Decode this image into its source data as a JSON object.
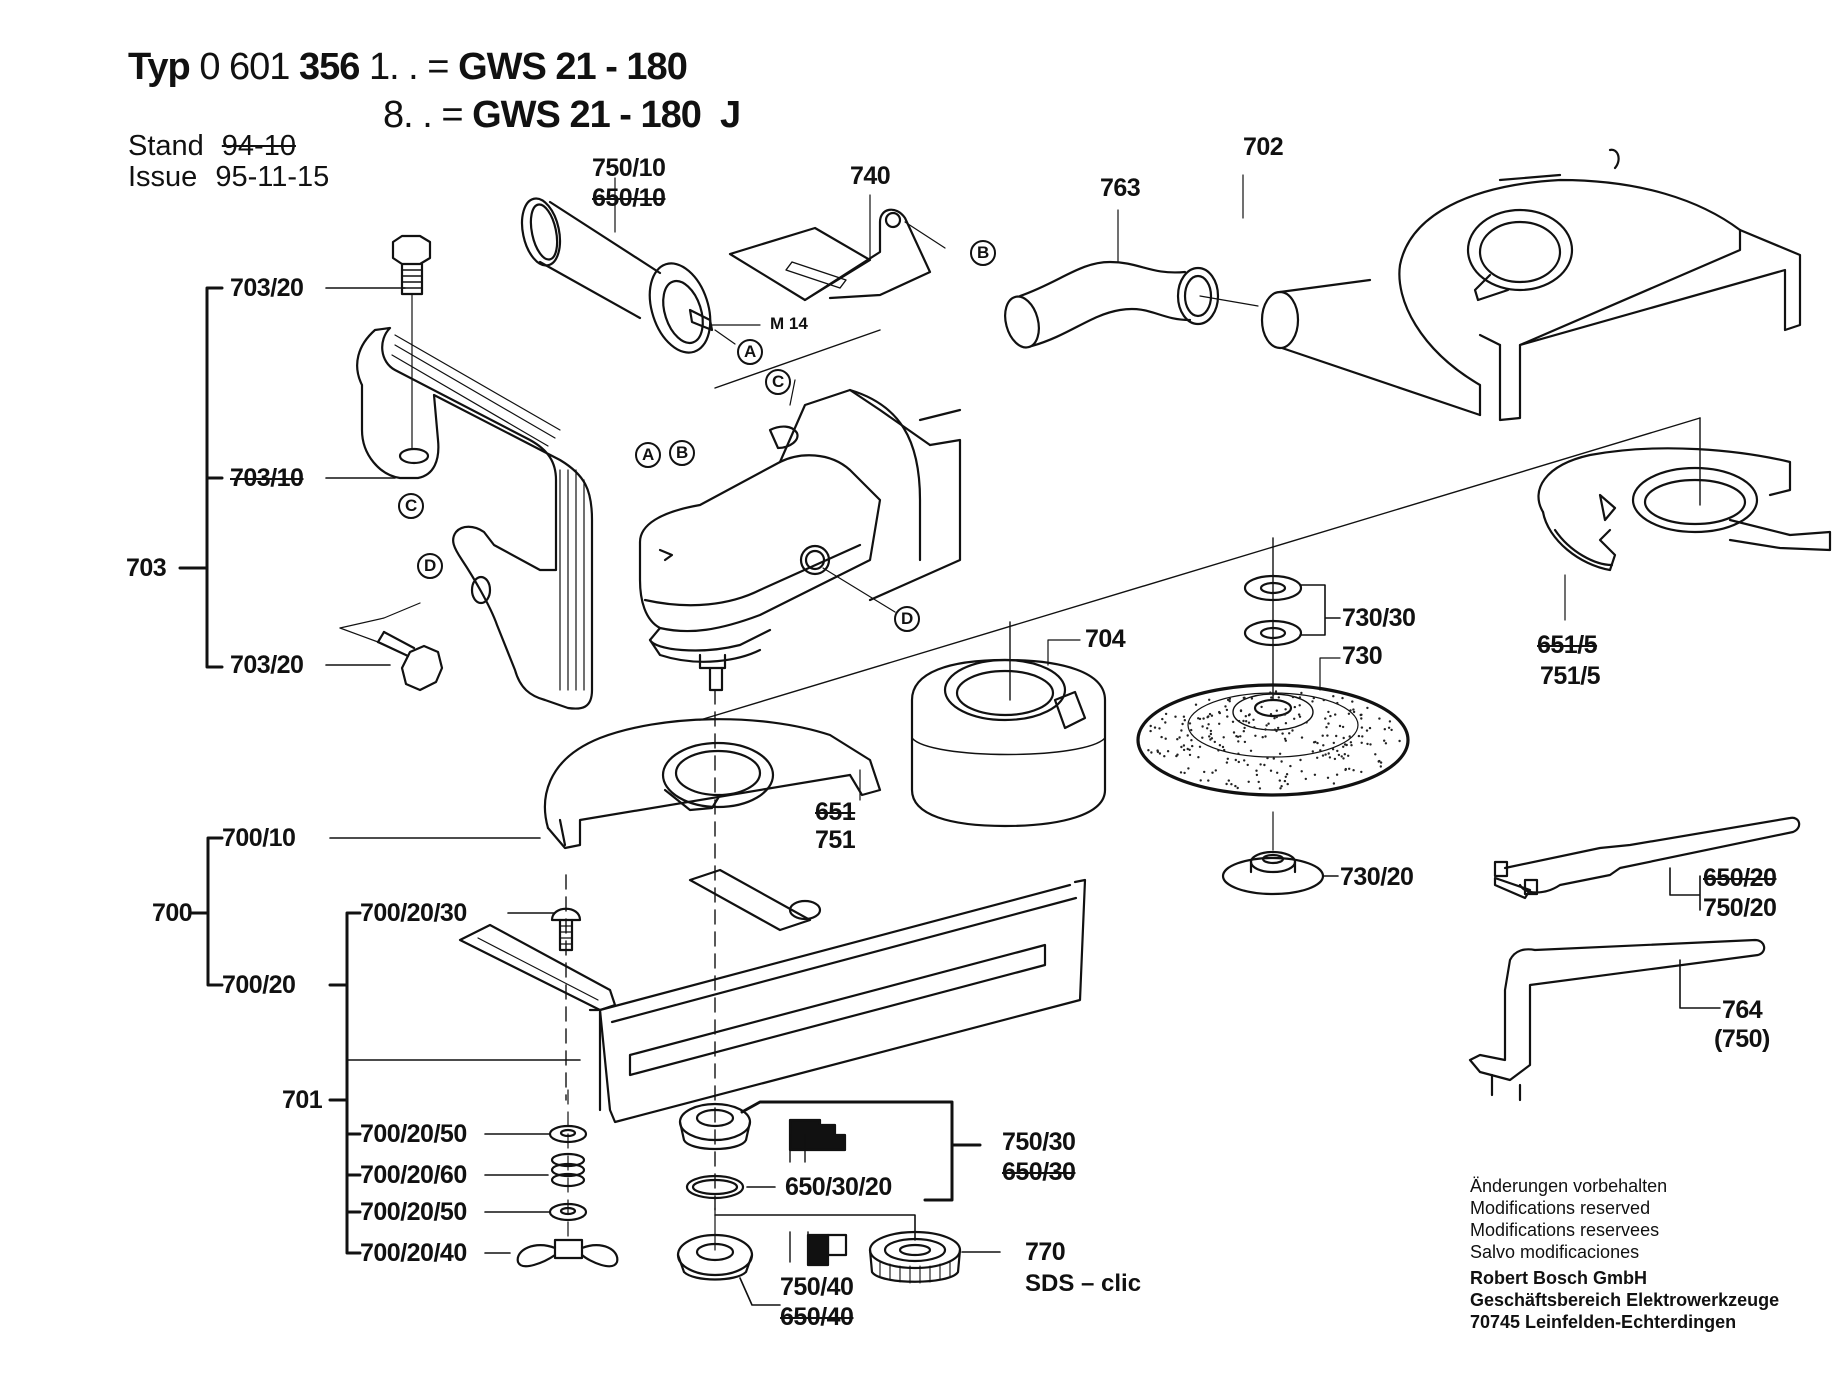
{
  "header": {
    "typ_label": "Typ",
    "number_part1": "0 601",
    "number_part2": "356",
    "variant1_code": "1. . =",
    "variant1_model": "GWS 21 - 180",
    "variant2_code": "8. . =",
    "variant2_model": "GWS 21 - 180  J",
    "stand_label": "Stand",
    "stand_value": "94-10",
    "issue_label": "Issue",
    "issue_value": "95-11-15"
  },
  "callouts": {
    "c_703_20_top": "703/20",
    "c_703_10": "703/10",
    "c_703": "703",
    "c_703_20_bottom": "703/20",
    "c_750_10": "750/10",
    "c_650_10": "650/10",
    "c_m14": "M 14",
    "c_740": "740",
    "c_763": "763",
    "c_702": "702",
    "c_704": "704",
    "c_730_30": "730/30",
    "c_730": "730",
    "c_651_5": "651/5",
    "c_751_5": "751/5",
    "c_651": "651",
    "c_751": "751",
    "c_730_20": "730/20",
    "c_650_20": "650/20",
    "c_750_20": "750/20",
    "c_764": "764",
    "c_750_paren": "(750)",
    "c_700": "700",
    "c_700_10": "700/10",
    "c_700_20": "700/20",
    "c_700_20_30": "700/20/30",
    "c_701": "701",
    "c_700_20_50_a": "700/20/50",
    "c_700_20_60": "700/20/60",
    "c_700_20_50_b": "700/20/50",
    "c_700_20_40": "700/20/40",
    "c_750_30": "750/30",
    "c_650_30": "650/30",
    "c_650_30_20": "650/30/20",
    "c_750_40": "750/40",
    "c_650_40": "650/40",
    "c_770": "770",
    "c_sds_clic": "SDS – clic"
  },
  "markers": {
    "A": "A",
    "B": "B",
    "C": "C",
    "D": "D"
  },
  "footer": {
    "lines": [
      "Änderungen vorbehalten",
      "Modifications reserved",
      "Modifications reservees",
      "Salvo modificaciones"
    ],
    "company": [
      "Robert Bosch GmbH",
      "Geschäftsbereich Elektrowerkzeuge",
      "70745 Leinfelden-Echterdingen"
    ]
  }
}
